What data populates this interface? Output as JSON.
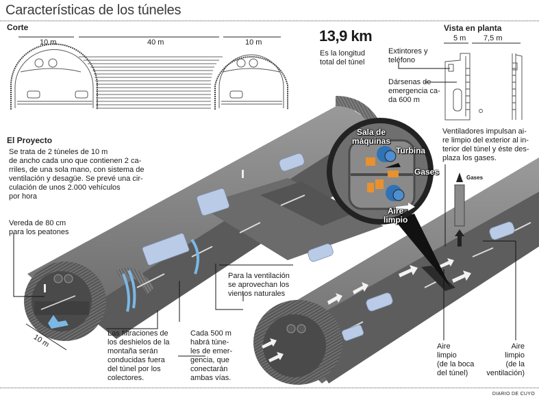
{
  "header": {
    "title": "Características de los túneles"
  },
  "corte": {
    "heading": "Corte",
    "dims": [
      "10 m",
      "40 m",
      "10 m"
    ]
  },
  "stat": {
    "value": "13,9 km",
    "caption_line1": "Es la longitud",
    "caption_line2": "total del túnel"
  },
  "plan": {
    "heading": "Vista en planta",
    "dims": [
      "5 m",
      "7,5 m"
    ],
    "extintores_line1": "Extintores y",
    "extintores_line2": "teléfono",
    "darsenas_line1": "Dársenas de",
    "darsenas_line2": "emergencia ca-",
    "darsenas_line3": "da 600 m"
  },
  "proyecto": {
    "heading": "El Proyecto",
    "lines": [
      "Se trata de 2 túneles de 10 m",
      "de ancho cada uno que contienen 2 ca-",
      "rriles, de una sola mano, con sistema de",
      "ventilación y desagüe. Se prevé una cir-",
      "culación de unos 2.000 vehículos",
      "por hora"
    ]
  },
  "vereda": {
    "line1": "Vereda de 80 cm",
    "line2": "para los peatones"
  },
  "width_label": "10 m",
  "machine_room": {
    "title_line1": "Sala de",
    "title_line2": "máquinas",
    "turbina": "Turbina",
    "gases": "Gases",
    "aire_line1": "Aire",
    "aire_line2": "limpio"
  },
  "ventiladores": {
    "lines": [
      "Ventiladores impulsan ai-",
      "re limpio del exterior al in-",
      "terior del túnel y éste des-",
      "plaza los gases."
    ]
  },
  "gases_small": "Gases",
  "ventilacion": {
    "lines": [
      "Para la ventilación",
      "se aprovechan los",
      "vientos naturales"
    ]
  },
  "filtraciones": {
    "lines": [
      "Las filtraciones de",
      "los deshielos de la",
      "montaña serán",
      "conducidas fuera",
      "del túnel por los",
      "colectores."
    ]
  },
  "emergencia": {
    "lines": [
      "Cada 500 m",
      "habrá túne-",
      "les de emer-",
      "gencia, que",
      "conectarán",
      "ambas vías."
    ]
  },
  "aire_boca": {
    "lines": [
      "Aire",
      "limpio",
      "(de la boca",
      "del túnel)"
    ]
  },
  "aire_vent": {
    "lines": [
      "Aire",
      "limpio",
      "(de la",
      "ventilación)"
    ]
  },
  "credit": "DIARIO DE CUYO",
  "colors": {
    "tunnel": "#7a7a7a",
    "tunnel_dark": "#4e4e4e",
    "road": "#5c5c5c",
    "vehicle": "#b9cbe6",
    "water_arrow": "#7bb8e6",
    "turbine": "#2f73b5",
    "equipment": "#e8912f"
  }
}
